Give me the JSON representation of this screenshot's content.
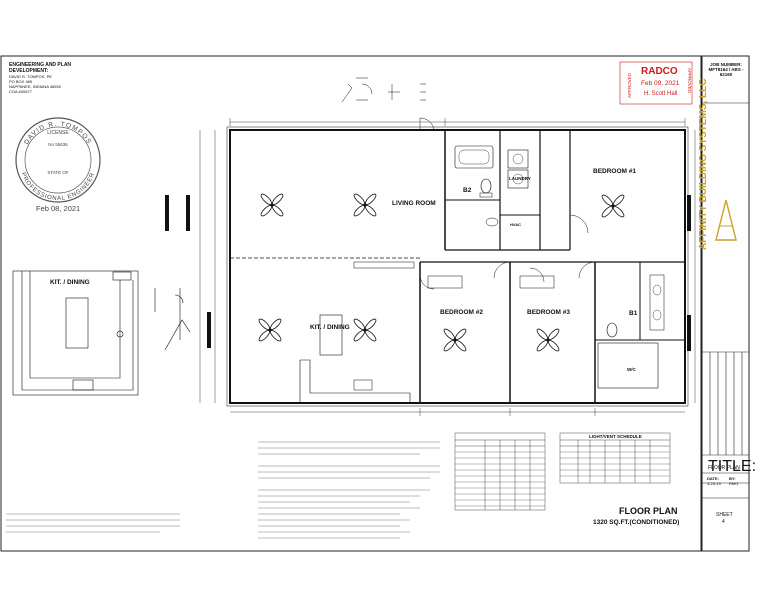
{
  "engineer": {
    "heading": "ENGINEERING AND PLAN DEVELOPMENT:",
    "lines": [
      "DAVID R. TOMPOS, PE",
      "PO BOX 489",
      "NAPPANEE, INDIANA 46550",
      "COA #00677"
    ],
    "seal": {
      "top_text": "DAVID R. TOMPOS",
      "license_label": "LICENSE",
      "number": "No 55636",
      "state_of": "STATE OF",
      "bottom_text": "PROFESSIONAL ENGINEER"
    },
    "date": "Feb 08, 2021"
  },
  "approval": {
    "company": "RADCO",
    "date": "Feb 09, 2021",
    "reviewer": "H. Scott Hall",
    "stamp_left": "APPROVED",
    "stamp_right": "APPROVED"
  },
  "title_block": {
    "job_label": "JOB NUMBER:",
    "job_number": "MFT8164 / ABS - 62160",
    "company": "AFFINITY BUILDING SYSTEMS, LLC",
    "title_label": "TITLE:",
    "title_value": "FLOOR PLAN",
    "date_label": "DATE:",
    "date_value": "3-25-19",
    "by_label": "BY:",
    "by_value": "RMG",
    "sheet_label": "SHEET",
    "sheet_value": "4"
  },
  "rooms": {
    "living": "LIVING ROOM",
    "kitchen": "KIT. / DINING",
    "kitchen_detail": "KIT. / DINING",
    "bed1": "BEDROOM #1",
    "bed2": "BEDROOM #2",
    "bed3": "BEDROOM #3",
    "bath2": "B2",
    "bath1": "B1",
    "laundry": "LAUNDRY",
    "hvac": "HVAC",
    "wic": "W/C"
  },
  "footer": {
    "plan_title": "FLOOR PLAN",
    "plan_sqft": "1320 SQ.FT.(CONDITIONED)",
    "schedule_title": "LIGHT/VENT SCHEDULE"
  },
  "colors": {
    "line": "#111111",
    "stamp_red": "#d01818",
    "seal_gray": "#555555",
    "company_gold": "#c9a227"
  },
  "icons": [
    "ceiling-fan-icon",
    "north-arrow-icon",
    "dimension-tick-icon"
  ]
}
